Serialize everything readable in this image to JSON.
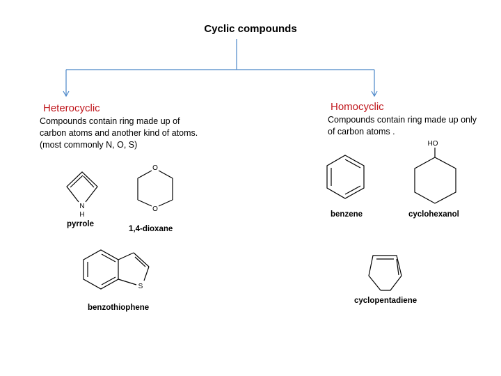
{
  "title": "Cyclic compounds",
  "colors": {
    "arrow": "#4a86c8",
    "category": "#c0161c",
    "text": "#000000"
  },
  "heterocyclic": {
    "title": "Heterocyclic",
    "description": [
      "Compounds contain ring made up of",
      "carbon atoms and another kind of atoms.",
      "(most commonly N, O, S)"
    ],
    "molecules": [
      {
        "name": "pyrrole",
        "atoms": [
          "N",
          "H"
        ]
      },
      {
        "name": "1,4-dioxane",
        "atoms": [
          "O",
          "O"
        ]
      },
      {
        "name": "benzothiophene",
        "atoms": [
          "S"
        ]
      }
    ]
  },
  "homocyclic": {
    "title": "Homocyclic",
    "description": [
      "Compounds contain ring made up only",
      "of carbon atoms ."
    ],
    "molecules": [
      {
        "name": "benzene",
        "atoms": []
      },
      {
        "name": "cyclohexanol",
        "atoms": [
          "HO"
        ]
      },
      {
        "name": "cyclopentadiene",
        "atoms": []
      }
    ]
  }
}
